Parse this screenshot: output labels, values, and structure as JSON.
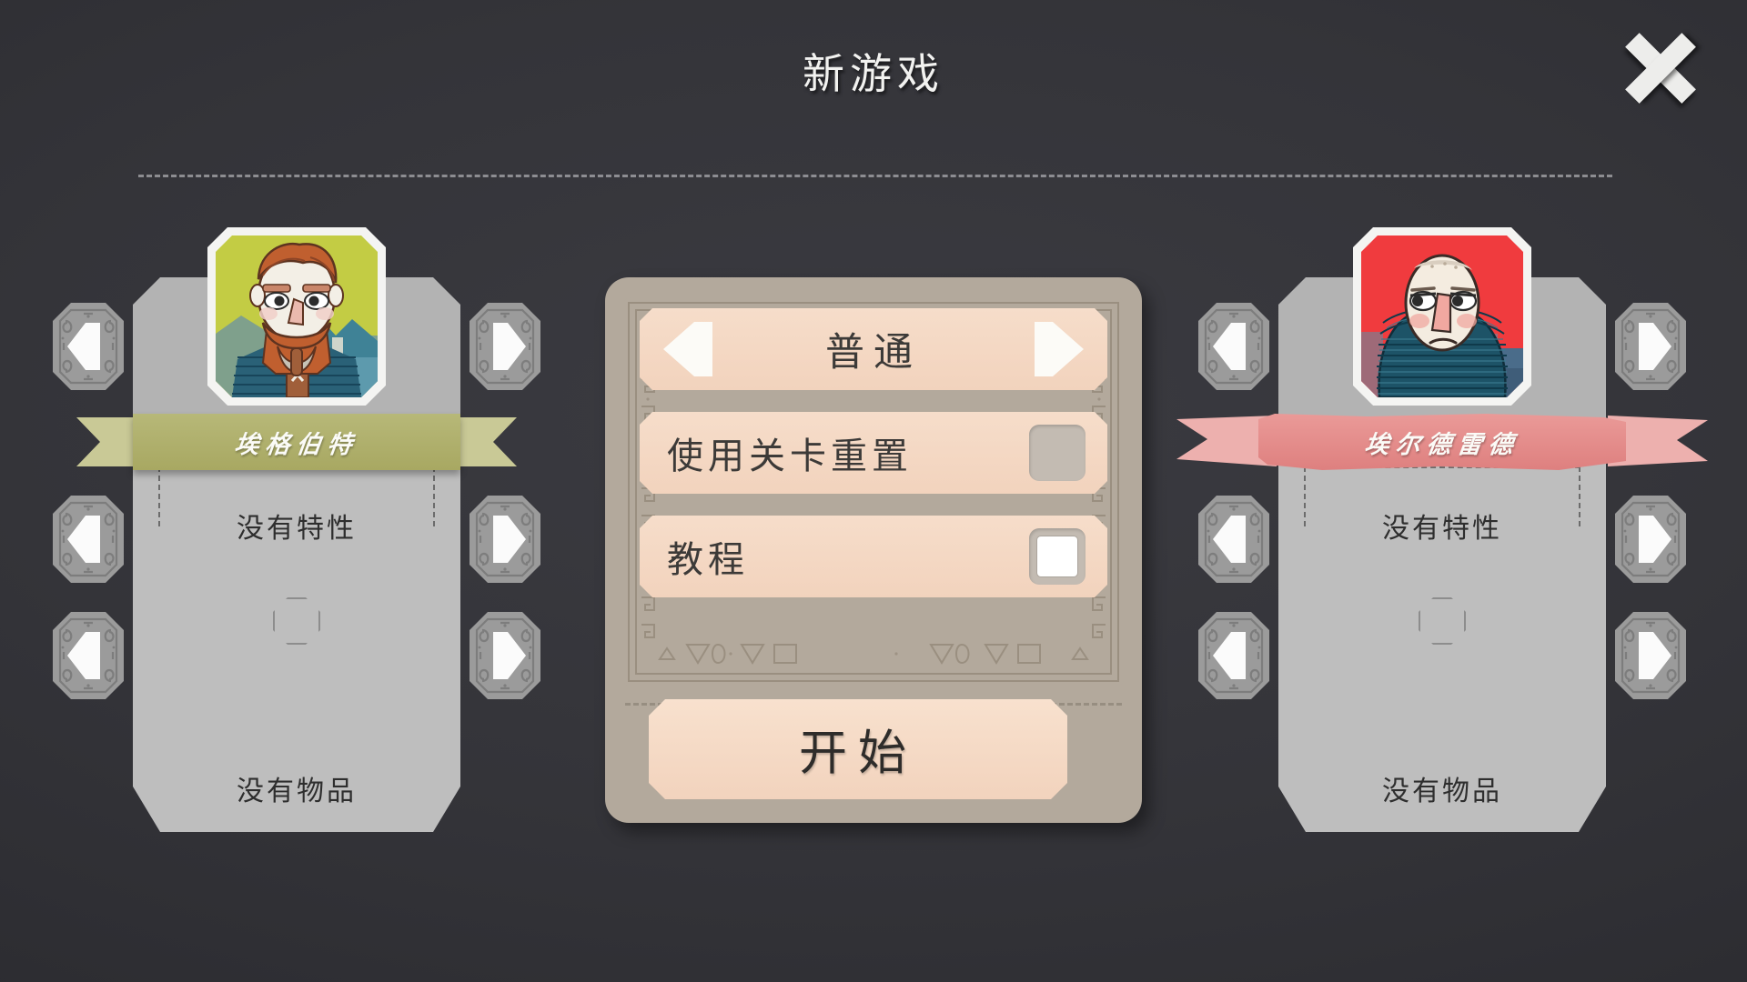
{
  "header": {
    "title": "新游戏",
    "close_icon": "close-x-icon"
  },
  "characters": [
    {
      "slot": "left",
      "name": "埃格伯特",
      "banner_color": "#a8a862",
      "banner_tail_color": "#c9c996",
      "traits_label": "没有特性",
      "items_label": "没有物品",
      "prev_icon": "chevron-left-icon",
      "next_icon": "chevron-right-icon",
      "portrait": {
        "id": "portrait-egbert",
        "sky": "#c3cc44",
        "hair": "#c05f2f",
        "skin": "#f3efe6",
        "mail": "#2a6177",
        "mountain_far": "#7fa08c",
        "mountain_near": "#3f8296",
        "water": "#5d9aad"
      }
    },
    {
      "slot": "right",
      "name": "埃尔德雷德",
      "banner_color": "#de807f",
      "banner_tail_color": "#edb0ae",
      "traits_label": "没有特性",
      "items_label": "没有物品",
      "prev_icon": "chevron-left-icon",
      "next_icon": "chevron-right-icon",
      "portrait": {
        "id": "portrait-eldred",
        "sky": "#f03b3e",
        "hair": "#d9cec0",
        "skin": "#f4ece0",
        "mail": "#1d5367",
        "wall_far": "#9e6a78",
        "wall_near": "#4a6c8a",
        "pillar": "#c0a7ad"
      }
    }
  ],
  "settings": {
    "difficulty": {
      "label": "普通",
      "prev_icon": "triangle-left-icon",
      "next_icon": "triangle-right-icon"
    },
    "options": [
      {
        "id": "level-reset",
        "label": "使用关卡重置",
        "checked": false
      },
      {
        "id": "tutorial",
        "label": "教程",
        "checked": true
      }
    ],
    "start_label": "开始"
  },
  "palette": {
    "background_dark": "#343439",
    "card_gray": "#bebebe",
    "panel_frame": "#b3a99c",
    "panel_tile": "#f2d3bd",
    "text_dark": "#3c3a38",
    "title_white": "#f2f2f0"
  }
}
